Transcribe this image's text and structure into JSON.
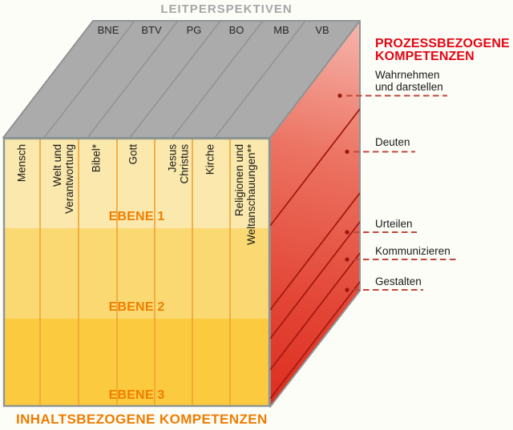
{
  "title": "LEITPERSPEKTIVEN",
  "top_face": {
    "labels": [
      "BNE",
      "BTV",
      "PG",
      "BO",
      "MB",
      "VB"
    ]
  },
  "front_face": {
    "columns": [
      "Mensch",
      "Welt und Verantwortung",
      "Bibel*",
      "Gott",
      "Jesus Christus",
      "Kirche",
      "Religionen und\nWeltanschauungen**"
    ],
    "levels": [
      "EBENE 1",
      "EBENE 2",
      "EBENE 3"
    ],
    "heading": "INHALTSBEZOGENE KOMPETENZEN"
  },
  "right_face": {
    "heading": "PROZESSBEZOGENE\nKOMPETENZEN",
    "items": [
      "Wahrnehmen\nund darstellen",
      "Deuten",
      "Urteilen",
      "Kommunizieren",
      "Gestalten"
    ]
  },
  "colors": {
    "level1": "#fae8ad",
    "level2": "#fbd972",
    "level3": "#fcca3f",
    "column_divider": "#f0a233",
    "top_face_gray": "#ababab",
    "cube_edge_gray": "#8d9494",
    "red_face_light": "#f6b6ad",
    "red_face_dark": "#dd2d20",
    "hatch_red": "#a41a0f",
    "dash_red": "#c0473c",
    "dot_red": "#9b150c",
    "heading_red": "#e30613",
    "heading_orange": "#ee7c00",
    "title_gray": "#a5a5a5"
  }
}
